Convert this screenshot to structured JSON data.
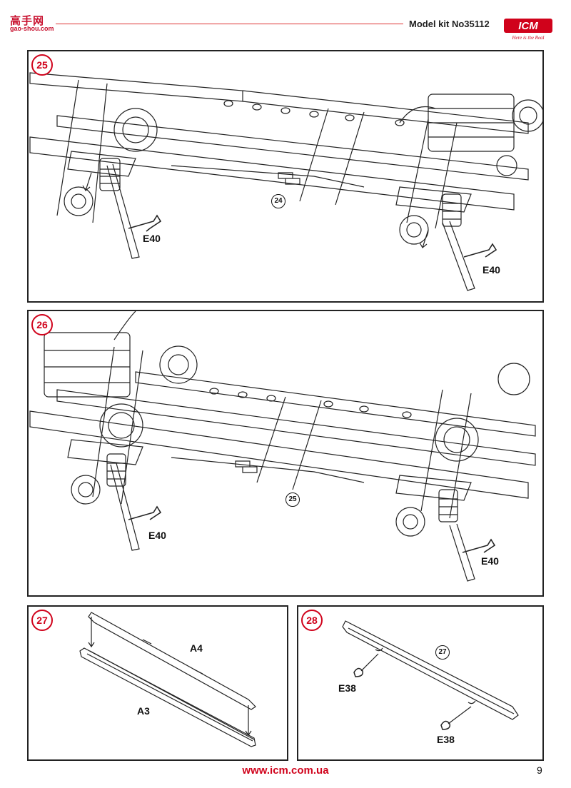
{
  "header": {
    "watermark_text": "高手网",
    "watermark_url": "gao-shou.com",
    "model_label": "Model kit No35112",
    "brand_logo": "ICM",
    "brand_tagline": "Here is the Real"
  },
  "steps": [
    {
      "number": "25",
      "ref_step": "24",
      "parts": [
        "E40",
        "E40"
      ]
    },
    {
      "number": "26",
      "ref_step": "25",
      "parts": [
        "E40",
        "E40"
      ]
    },
    {
      "number": "27",
      "parts": [
        "A4",
        "A3"
      ]
    },
    {
      "number": "28",
      "ref_step": "27",
      "parts": [
        "E38",
        "E38"
      ]
    }
  ],
  "footer": {
    "url": "www.icm.com.ua",
    "page": "9"
  },
  "colors": {
    "accent": "#d0021b",
    "line": "#222222"
  }
}
